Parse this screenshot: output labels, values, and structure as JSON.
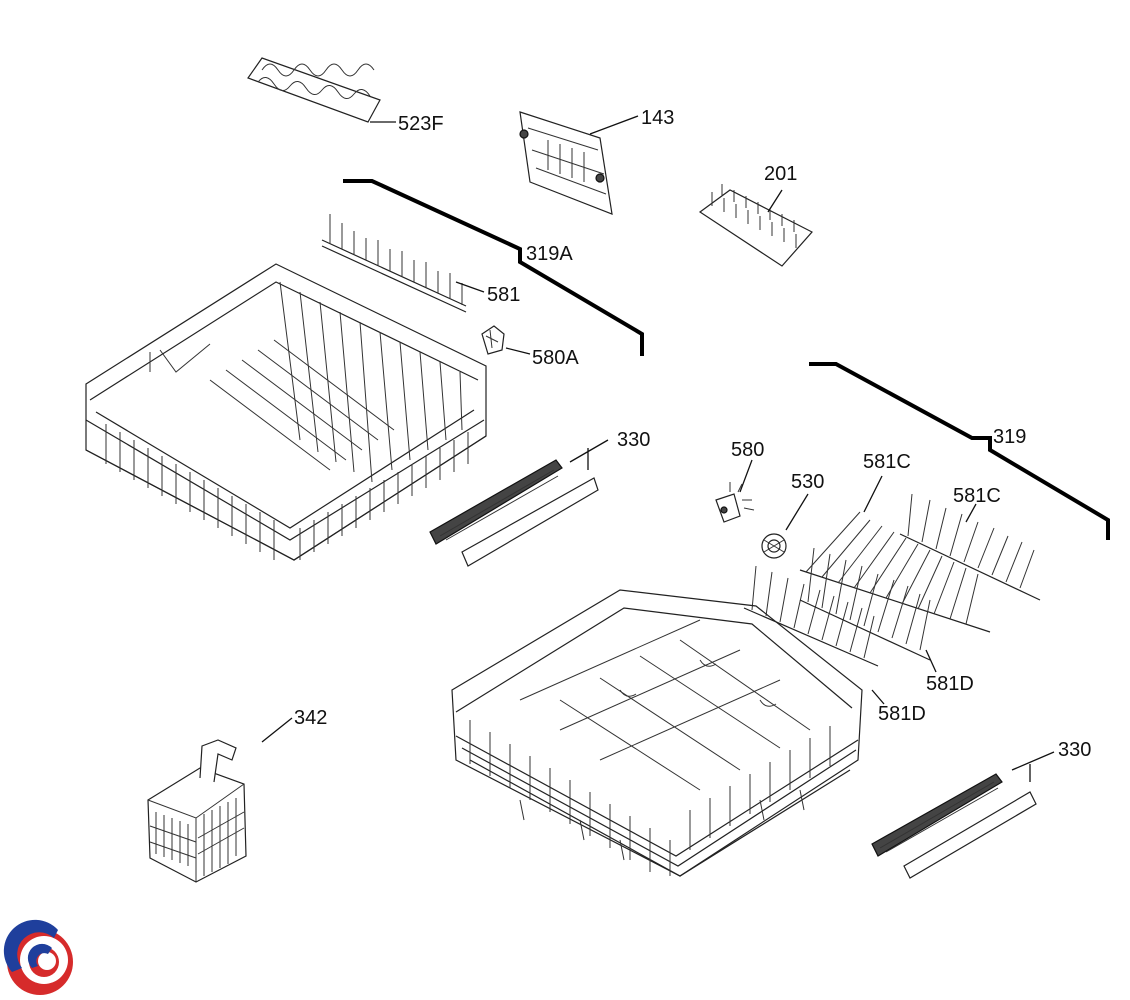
{
  "labels": {
    "p523F": "523F",
    "p143": "143",
    "p201": "201",
    "p319A": "319A",
    "p581": "581",
    "p580A": "580A",
    "p330_top": "330",
    "p580": "580",
    "p530": "530",
    "p581C_a": "581C",
    "p581C_b": "581C",
    "p319": "319",
    "p581D_a": "581D",
    "p581D_b": "581D",
    "p342": "342",
    "p330_bottom": "330"
  },
  "colors": {
    "logo_red": "#d62b2b",
    "logo_blue": "#1f3f9c",
    "line": "#111111"
  },
  "logo": {
    "icon": "swirl-logo-icon"
  }
}
